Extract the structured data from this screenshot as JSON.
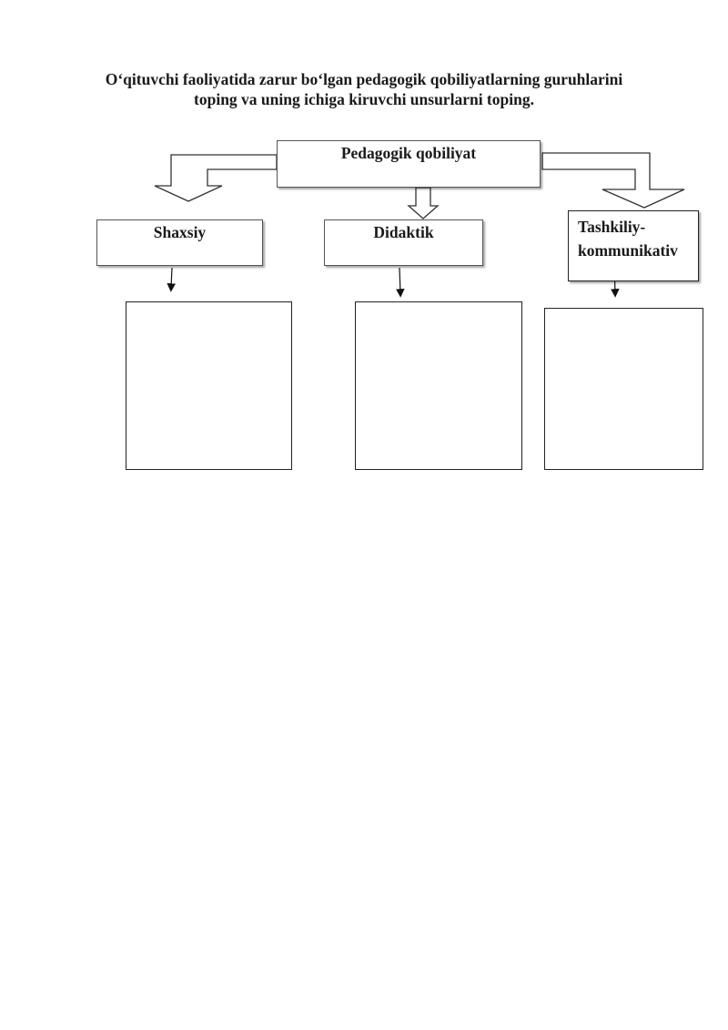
{
  "header": {
    "title_line1": "O‘qituvchi faoliyatida zarur bo‘lgan pedagogik qobiliyatlarning guruhlarini",
    "title_line2": "toping va uning ichiga kiruvchi unsurlarni toping."
  },
  "diagram": {
    "root": "Pedagogik qobiliyat",
    "categories": [
      {
        "label": "Shaxsiy"
      },
      {
        "label": "Didaktik"
      },
      {
        "label_line1": "Tashkiliy-",
        "label_line2": "kommunikativ"
      }
    ],
    "answer_boxes": [
      "",
      "",
      ""
    ]
  }
}
